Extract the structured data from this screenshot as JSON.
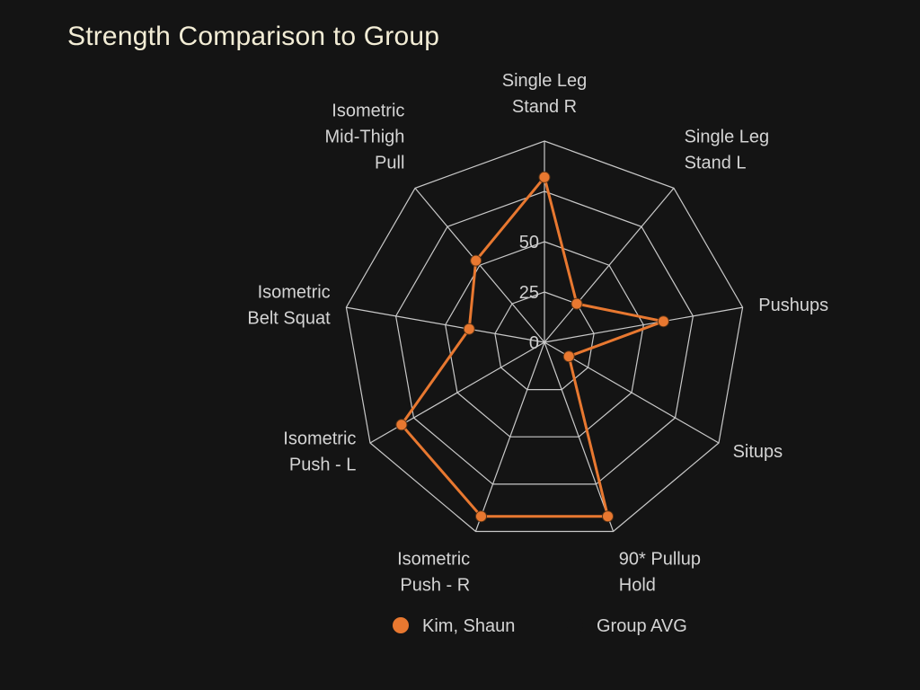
{
  "chart_data": {
    "type": "radar",
    "title": "Strength Comparison to Group",
    "axes": [
      [
        "Single Leg",
        "Stand R"
      ],
      [
        "Single Leg",
        "Stand L"
      ],
      [
        "Pushups"
      ],
      [
        "Situps"
      ],
      [
        "90* Pullup",
        "Hold"
      ],
      [
        "Isometric",
        "Push - R"
      ],
      [
        "Isometric",
        "Push - L"
      ],
      [
        "Isometric",
        "Belt Squat"
      ],
      [
        "Isometric",
        "Mid-Thigh",
        "Pull"
      ]
    ],
    "r_ticks": [
      "0",
      "25",
      "50"
    ],
    "r_max": 100,
    "grid_rings": [
      0,
      25,
      50,
      75,
      100
    ],
    "series": [
      {
        "name": "Kim, Shaun",
        "color": "#e87830",
        "values": [
          82,
          25,
          60,
          14,
          92,
          92,
          82,
          38,
          53
        ]
      },
      {
        "name": "Group AVG",
        "color": "#141414",
        "values": []
      }
    ],
    "legend_position": "bottom"
  }
}
